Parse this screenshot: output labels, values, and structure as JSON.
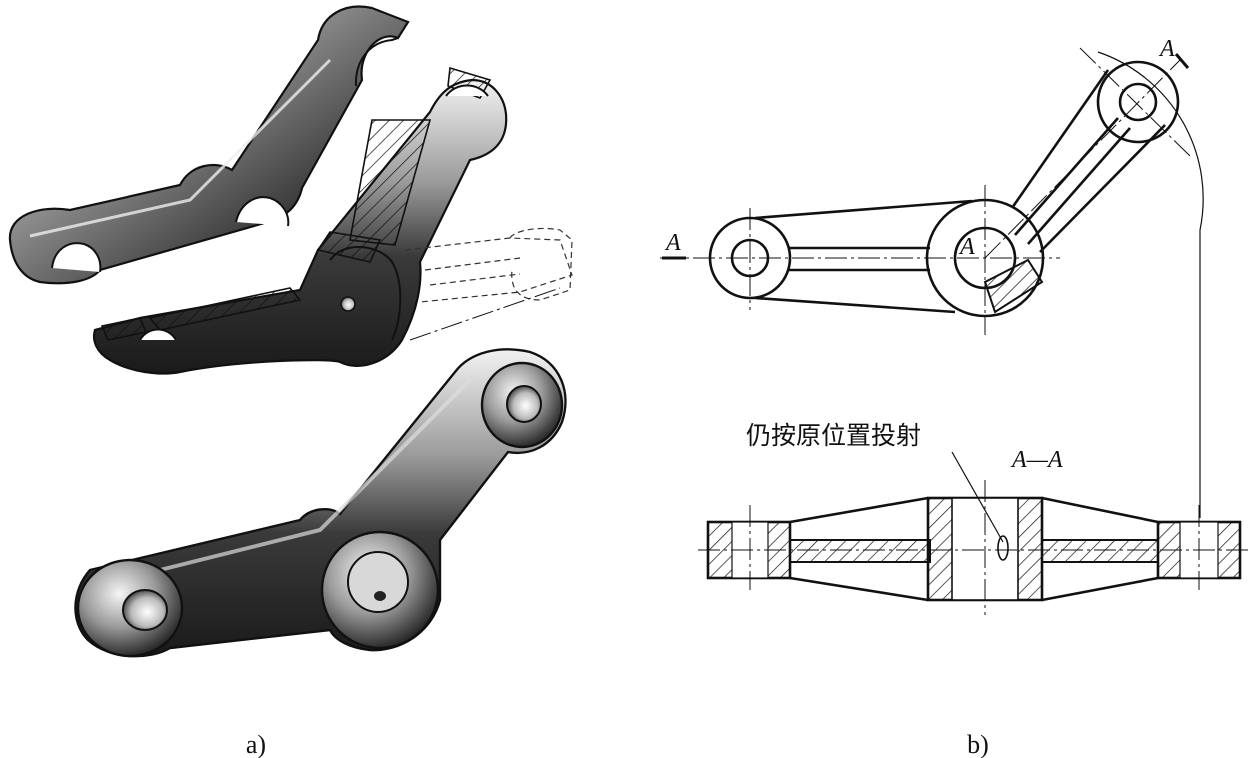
{
  "figure": {
    "caption_a": "a)",
    "caption_b": "b)",
    "section_mark_left": "A",
    "section_mark_top": "A",
    "section_mark_inner": "A",
    "section_title": "A—A",
    "note": "仍按原位置投射"
  },
  "colors": {
    "ink": "#111111",
    "metal_light": "#e6e6e6",
    "metal_dark": "#2a2a2a",
    "background": "#ffffff"
  }
}
